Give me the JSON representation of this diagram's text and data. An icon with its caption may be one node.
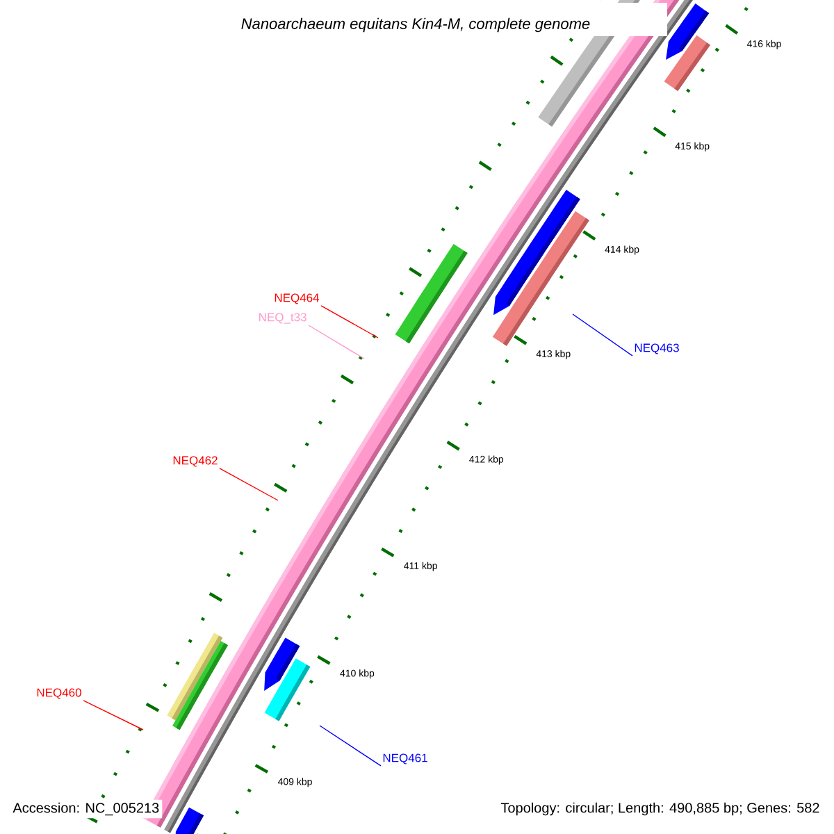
{
  "diagram": {
    "title": "Nanoarchaeum equitans Kin4-M, complete genome",
    "nodes": [
      {
        "text": [
          "NEQ464"
        ]
      },
      {
        "text": [
          "NEQ_t33"
        ]
      },
      {
        "text": [
          "NEQ463"
        ]
      },
      {
        "text": [
          "NEQ462"
        ]
      },
      {
        "text": [
          "NEQ460"
        ]
      },
      {
        "text": [
          "NEQ461"
        ]
      }
    ],
    "edges": [
      {
        "from": 0,
        "to": null,
        "arrow": "none"
      },
      {
        "from": 1,
        "to": null,
        "arrow": "none",
        "color": "#ff99cc"
      },
      {
        "from": 2,
        "to": null,
        "arrow": "none",
        "color": "#0000ff"
      },
      {
        "from": 3,
        "to": null,
        "arrow": "none"
      },
      {
        "from": 4,
        "to": null,
        "arrow": "none"
      },
      {
        "from": 5,
        "to": null,
        "arrow": "none",
        "color": "#0000ff"
      }
    ],
    "labels": [
      "416 kbp",
      "415 kbp",
      "414 kbp",
      "413 kbp",
      "412 kbp",
      "411 kbp",
      "410 kbp",
      "409 kbp",
      "Accession: NC_005213",
      "Topology: circular; Length: 490,885 bp; Genes: 582"
    ]
  }
}
